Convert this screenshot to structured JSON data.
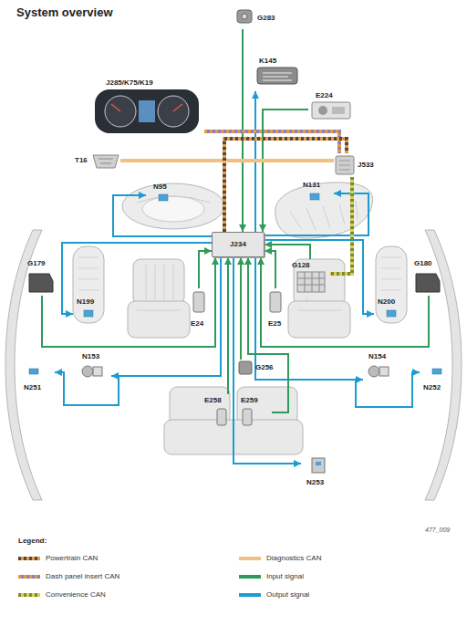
{
  "diagram": {
    "title": "System overview",
    "nodes": [
      {
        "text": [
          "G283"
        ]
      },
      {
        "text": [
          "K145"
        ]
      },
      {
        "text": [
          "J285/K75/K19"
        ]
      },
      {
        "text": [
          "E224"
        ]
      },
      {
        "text": [
          "T16"
        ]
      },
      {
        "text": [
          "J533"
        ]
      },
      {
        "text": [
          "N95"
        ]
      },
      {
        "text": [
          "N131"
        ]
      },
      {
        "text": [
          "J234"
        ]
      },
      {
        "text": [
          "G179"
        ]
      },
      {
        "text": [
          "N199"
        ]
      },
      {
        "text": [
          "E24"
        ]
      },
      {
        "text": [
          "E25"
        ]
      },
      {
        "text": [
          "G128"
        ]
      },
      {
        "text": [
          "G180"
        ]
      },
      {
        "text": [
          "N200"
        ]
      },
      {
        "text": [
          "N251"
        ]
      },
      {
        "text": [
          "N153"
        ]
      },
      {
        "text": [
          "N154"
        ]
      },
      {
        "text": [
          "N252"
        ]
      },
      {
        "text": [
          "G256"
        ]
      },
      {
        "text": [
          "E258"
        ]
      },
      {
        "text": [
          "E259"
        ]
      },
      {
        "text": [
          "N253"
        ]
      }
    ],
    "edges": [
      {
        "from": 0,
        "to": 8,
        "arrow": "to"
      },
      {
        "from": 8,
        "to": 1,
        "arrow": "to"
      },
      {
        "from": 2,
        "to": 5,
        "arrow": "none"
      },
      {
        "from": 3,
        "to": 8,
        "arrow": "to"
      },
      {
        "from": 8,
        "to": 5,
        "arrow": "none"
      },
      {
        "from": 4,
        "to": 5,
        "arrow": "none"
      },
      {
        "from": 8,
        "to": 6,
        "arrow": "to"
      },
      {
        "from": 8,
        "to": 7,
        "arrow": "to"
      },
      {
        "from": 5,
        "to": 13,
        "arrow": "none"
      },
      {
        "from": 8,
        "to": 10,
        "arrow": "to"
      },
      {
        "from": 8,
        "to": 15,
        "arrow": "to"
      },
      {
        "from": 9,
        "to": 8,
        "arrow": "to"
      },
      {
        "from": 14,
        "to": 8,
        "arrow": "to"
      },
      {
        "from": 11,
        "to": 8,
        "arrow": "to"
      },
      {
        "from": 12,
        "to": 8,
        "arrow": "to"
      },
      {
        "from": 13,
        "to": 8,
        "arrow": "to"
      },
      {
        "from": 8,
        "to": 17,
        "arrow": "to"
      },
      {
        "from": 8,
        "to": 16,
        "arrow": "to"
      },
      {
        "from": 8,
        "to": 18,
        "arrow": "to"
      },
      {
        "from": 8,
        "to": 19,
        "arrow": "to"
      },
      {
        "from": 20,
        "to": 8,
        "arrow": "to"
      },
      {
        "from": 21,
        "to": 8,
        "arrow": "to"
      },
      {
        "from": 22,
        "to": 8,
        "arrow": "to"
      },
      {
        "from": 8,
        "to": 23,
        "arrow": "to"
      }
    ],
    "labels": [
      "477_009",
      "Legend:"
    ],
    "legend": [
      {
        "text": "Powertrain CAN",
        "color": "#e39a45"
      },
      {
        "text": "Diagnostics CAN",
        "color": "#f2c083"
      },
      {
        "text": "Dash panel insert CAN",
        "color": "#8d7fc0"
      },
      {
        "text": "Input signal",
        "color": "#2e9b5b"
      },
      {
        "text": "Convenience CAN",
        "color": "#d6d24a"
      },
      {
        "text": "Output signal",
        "color": "#1b9bd0"
      }
    ]
  }
}
